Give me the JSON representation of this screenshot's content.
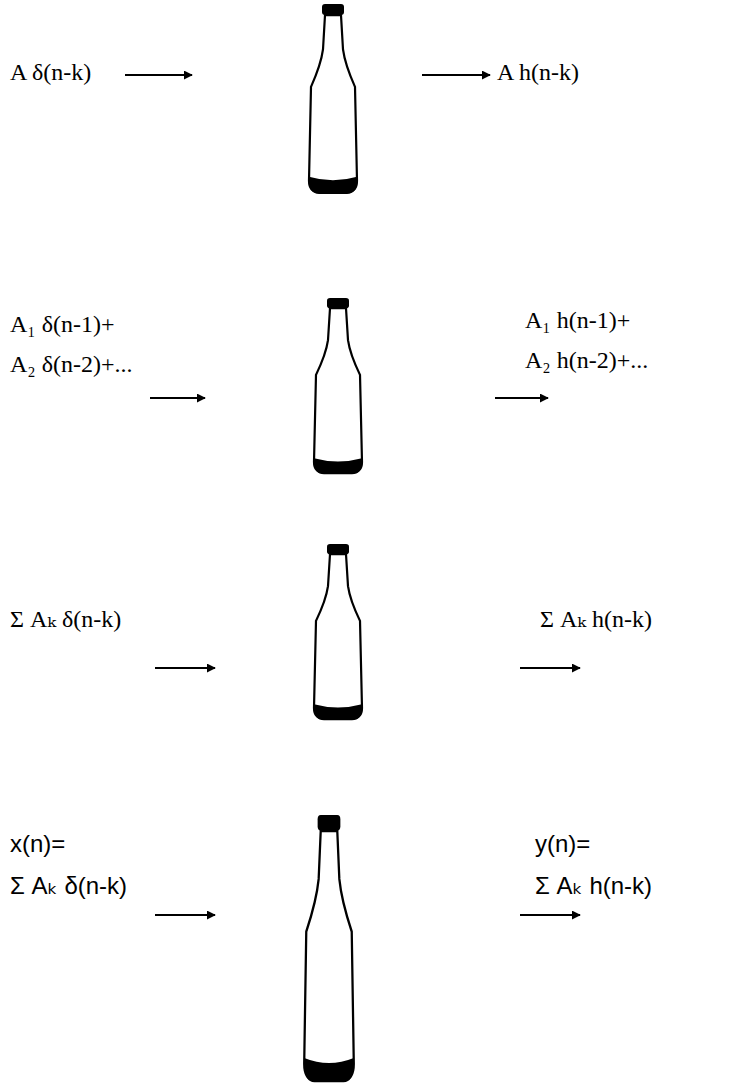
{
  "diagram": {
    "labels": [
      "A δ(n-k)",
      "A h(n-k)",
      "A₁ δ(n-1)+",
      "A₂ δ(n-2)+...",
      "A₁ h(n-1)+",
      "A₂ h(n-2)+...",
      "Σ Aₖ δ(n-k)",
      "Σ Aₖ h(n-k)",
      "x(n)=",
      "Σ Aₖ δ(n-k)",
      "y(n)=",
      "Σ Aₖ h(n-k)"
    ]
  }
}
